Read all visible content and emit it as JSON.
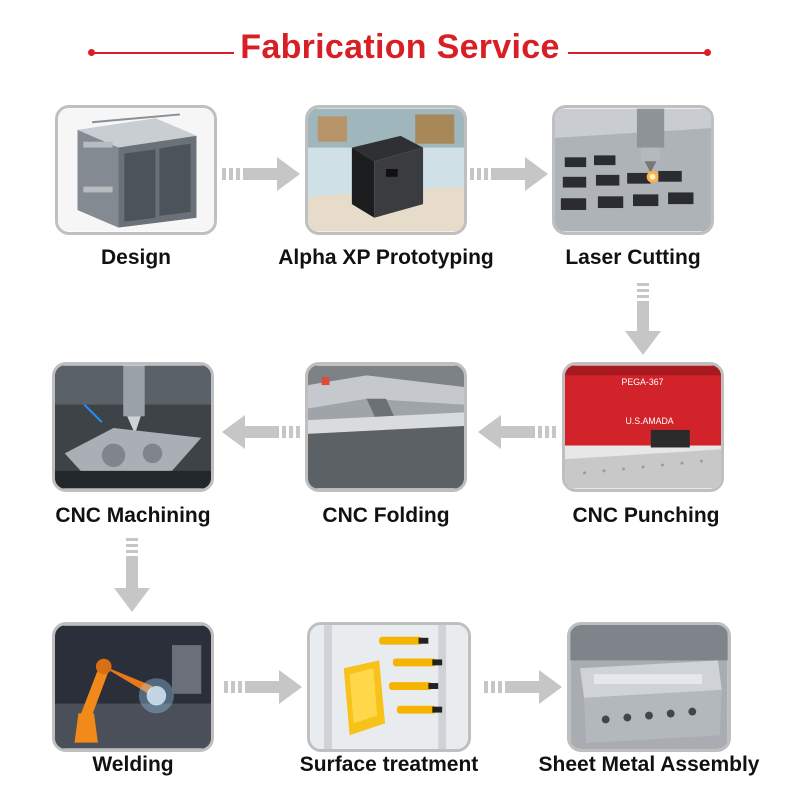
{
  "title": "Fabrication Service",
  "colors": {
    "accent": "#d91f26",
    "frame": "#bfbfbf",
    "arrow": "#c6c6c6",
    "label": "#111111"
  },
  "steps": [
    {
      "label": "Design",
      "icon": "cabinet-cad-icon"
    },
    {
      "label": "Alpha XP Prototyping",
      "icon": "metal-box-prototype-icon"
    },
    {
      "label": "Laser Cutting",
      "icon": "laser-cutter-icon"
    },
    {
      "label": "CNC Punching",
      "icon": "punch-press-icon",
      "machine_text": "PEGA-367",
      "brand_text": "U.S.AMADA"
    },
    {
      "label": "CNC Folding",
      "icon": "press-brake-icon"
    },
    {
      "label": "CNC Machining",
      "icon": "cnc-mill-icon"
    },
    {
      "label": "Welding",
      "icon": "welding-robot-icon"
    },
    {
      "label": "Surface treatment",
      "icon": "powder-coating-icon"
    },
    {
      "label": "Sheet Metal Assembly",
      "icon": "assembled-grill-icon"
    }
  ]
}
